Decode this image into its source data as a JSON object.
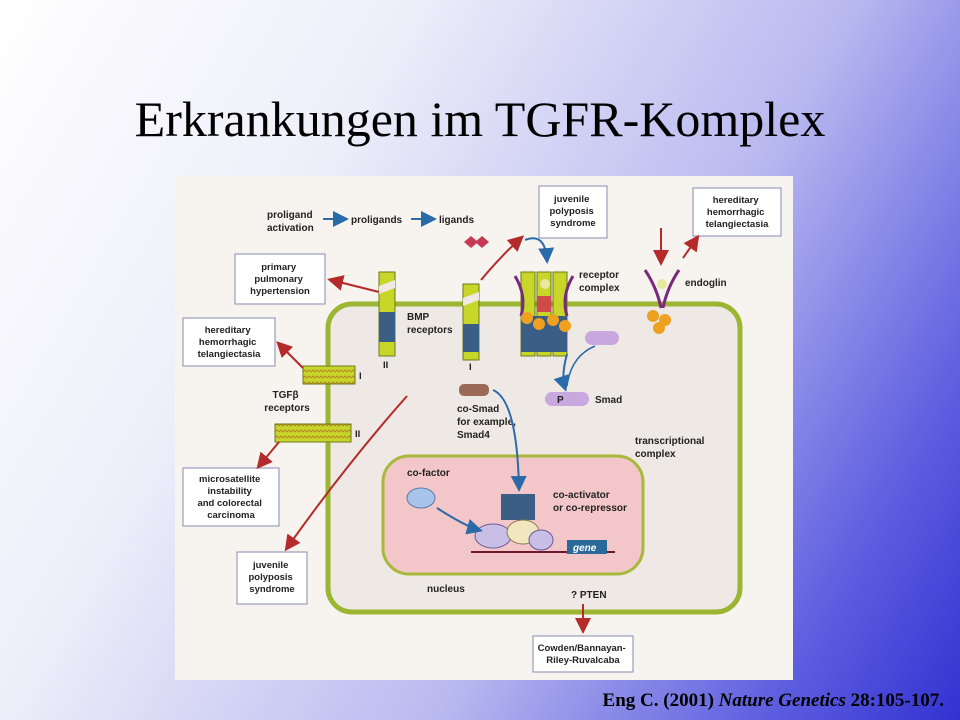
{
  "title": "Erkrankungen im TGFR-Komplex",
  "citation": {
    "authors": "Eng C. (2001)",
    "journal": "Nature Genetics",
    "ref": "28:105-107."
  },
  "diagram": {
    "proligand_activation": [
      "proligand",
      "activation"
    ],
    "proligands": "proligands",
    "ligands": "ligands",
    "box_jps_top": [
      "juvenile",
      "polyposis",
      "syndrome"
    ],
    "box_hht_top": [
      "hereditary",
      "hemorrhagic",
      "telangiectasia"
    ],
    "box_pph": [
      "primary",
      "pulmonary",
      "hypertension"
    ],
    "box_hht_left": [
      "hereditary",
      "hemorrhagic",
      "telangiectasia"
    ],
    "box_msi": [
      "microsatellite",
      "instability",
      "and colorectal",
      "carcinoma"
    ],
    "box_jps_bottom": [
      "juvenile",
      "polyposis",
      "syndrome"
    ],
    "box_cowden": [
      "Cowden/Bannayan-",
      "Riley-Ruvalcaba"
    ],
    "receptor_complex": [
      "receptor",
      "complex"
    ],
    "endoglin": "endoglin",
    "bmp_receptors": [
      "BMP",
      "receptors"
    ],
    "roman_II": "II",
    "roman_I": "I",
    "tgfb_receptors": [
      "TGFβ",
      "receptors"
    ],
    "co_smad": [
      "co-Smad",
      "for example,",
      "Smad4"
    ],
    "p_label": "P",
    "smad": "Smad",
    "transcriptional_complex": [
      "transcriptional",
      "complex"
    ],
    "co_factor": "co-factor",
    "co_activator": [
      "co-activator",
      "or co-repressor"
    ],
    "gene": "gene",
    "nucleus": "nucleus",
    "pten": "? PTEN"
  }
}
